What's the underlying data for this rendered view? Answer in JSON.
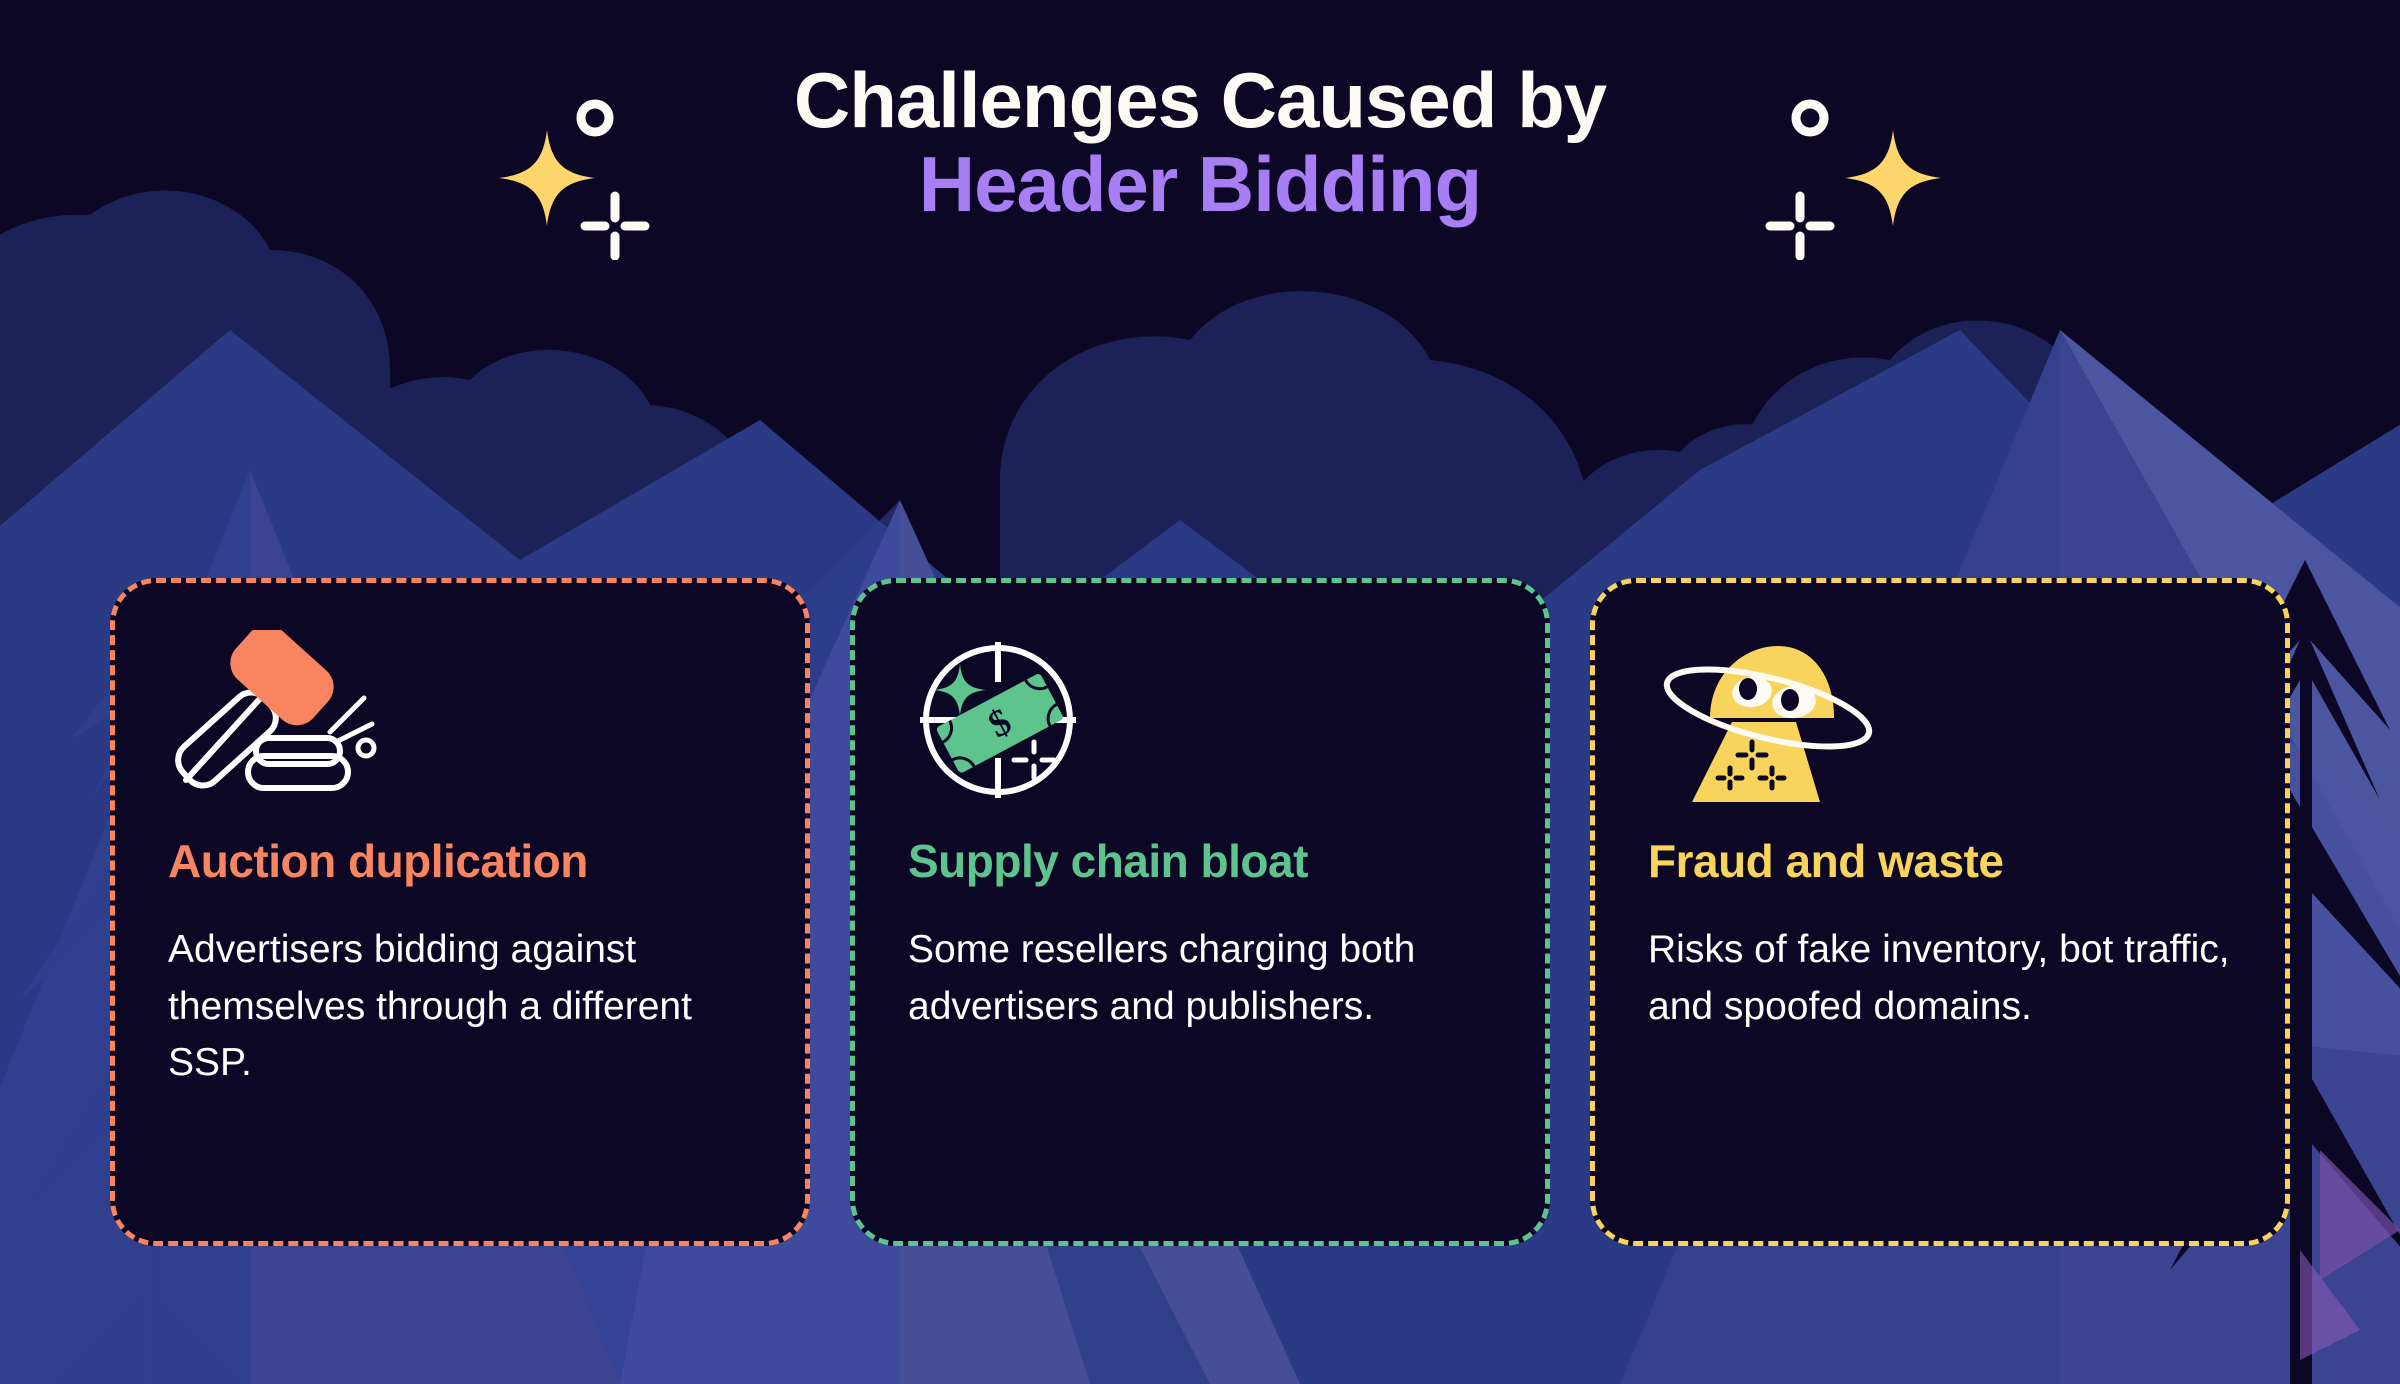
{
  "heading": {
    "line1": "Challenges Caused by",
    "line2": "Header Bidding",
    "line1_color": "#fdfbf4",
    "line2_color": "#a87ef5"
  },
  "decorations": {
    "left": [
      "four-point-star-icon",
      "circle-outline-icon",
      "cross-sparkle-icon"
    ],
    "right": [
      "four-point-star-icon",
      "circle-outline-icon",
      "cross-sparkle-icon"
    ],
    "star_color": "#ffd66b",
    "sparkle_color": "#fdfbf4"
  },
  "background": {
    "sky_color": "#0d0726",
    "cloud_color": "#1c2257",
    "mountain_dark_color": "#2a3a85",
    "mountain_light_color": "#454e97",
    "mountain_mid_color": "#3a4490",
    "tree_color": "#0d0726",
    "tree_accent_color": "#7b4fa8"
  },
  "cards": [
    {
      "accent": "#f98560",
      "icon": "gavel-icon",
      "title": "Auction duplication",
      "body": "Advertisers bidding against themselves through a different SSP."
    },
    {
      "accent": "#5dc48d",
      "icon": "money-target-icon",
      "title": "Supply chain bloat",
      "body": "Some resellers charging both advertisers and publishers."
    },
    {
      "accent": "#f9d45c",
      "icon": "ufo-icon",
      "title": "Fraud and waste",
      "body": "Risks of fake inventory, bot traffic, and spoofed domains."
    }
  ]
}
